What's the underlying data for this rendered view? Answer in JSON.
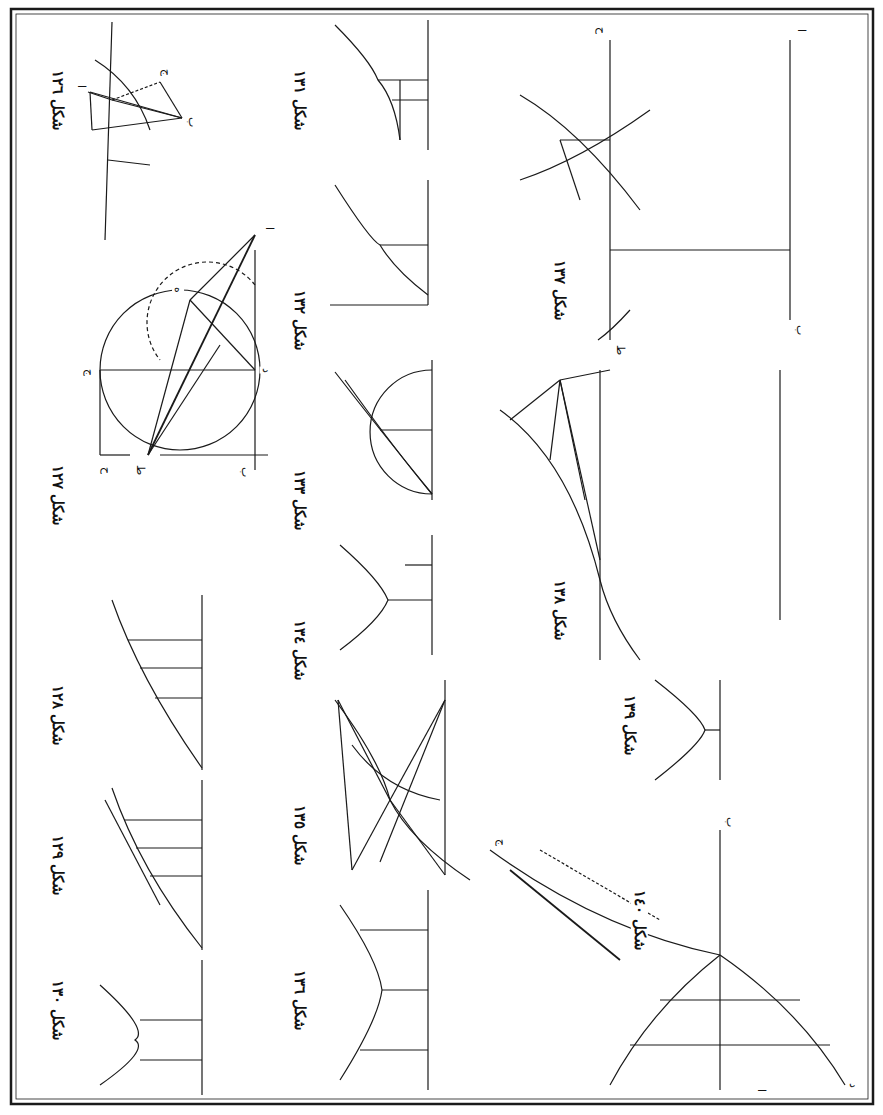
{
  "diagram": {
    "labels": [
      "شكل ١٢٦",
      "شكل ١٢٧",
      "شكل ١٢٨",
      "شكل ١٢٩",
      "شكل ١٣٠",
      "شكل ١٣١",
      "شكل ١٣٢",
      "شكل ١٣٣",
      "شكل ١٣٤",
      "شكل ١٣٥",
      "شكل ١٣٦",
      "شكل ١٣٧",
      "شكل ١٣٨",
      "شكل ١٣٩",
      "شكل ١٤٠",
      "ا",
      "ب",
      "ج",
      "د",
      "ه",
      "ط",
      "ح",
      "ا",
      "ب",
      "ج",
      "ا",
      "ب",
      "ح",
      "ط",
      "ا",
      "ب",
      "ج",
      "د"
    ]
  }
}
